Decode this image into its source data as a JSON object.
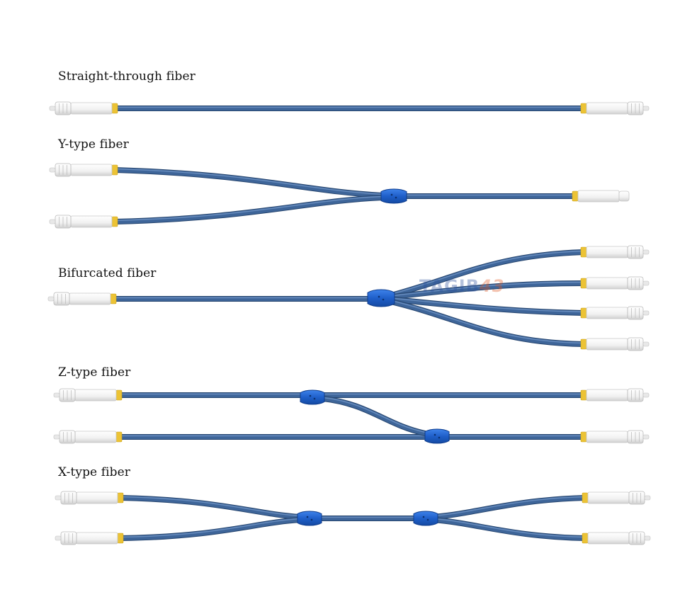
{
  "labels": {
    "straight": "Straight-through fiber",
    "y_type": "Y-type fiber",
    "bifurcated": "Bifurcated fiber",
    "z_type": "Z-type fiber",
    "x_type": "X-type fiber"
  },
  "watermark": {
    "text": "TAGIB",
    "num": "43"
  },
  "colors": {
    "cable": "#3e6599",
    "cable_highlight": "#6f93c4",
    "cable_shadow": "#27466f",
    "splitter": "#1f5fc9",
    "connector_body": "#f4f4f4",
    "connector_ring": "#ecc335"
  },
  "icons": [
    "connector-icon",
    "splitter-icon"
  ]
}
